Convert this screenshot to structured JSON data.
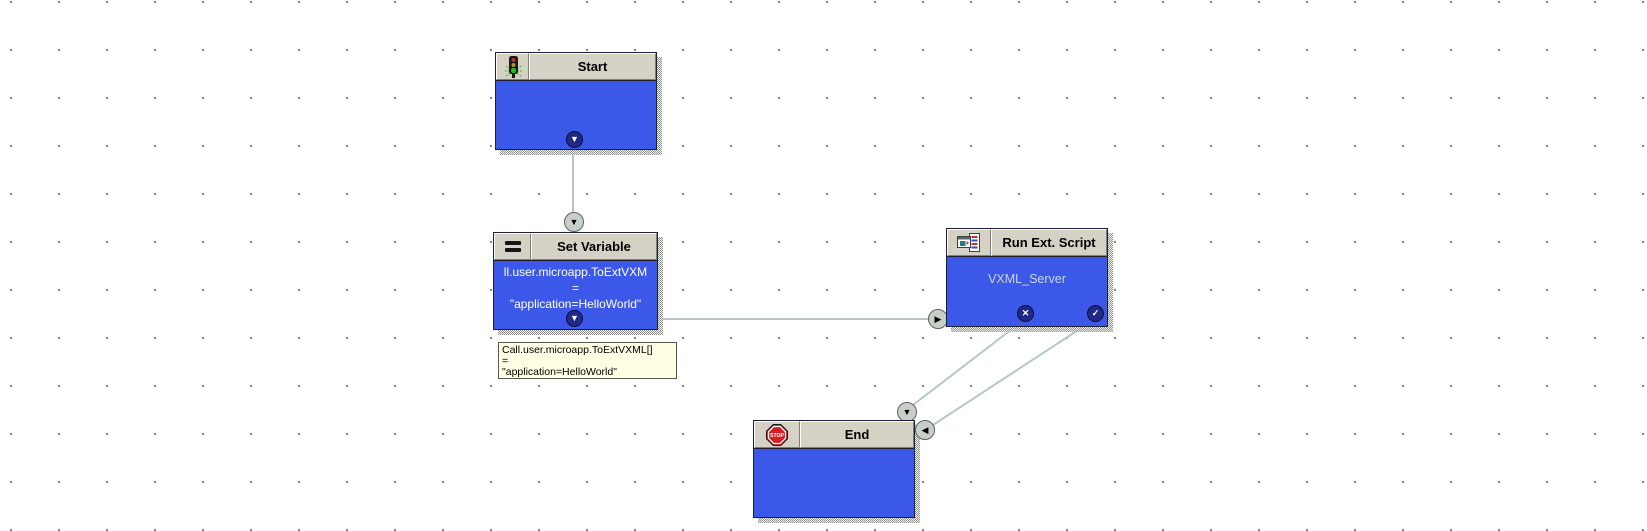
{
  "diagram": {
    "nodes": [
      {
        "id": "start",
        "title": "Start",
        "icon": "traffic-light-icon",
        "body_lines": [],
        "ports": [
          {
            "name": "exit-port",
            "glyph": "▼"
          }
        ]
      },
      {
        "id": "set-variable",
        "title": "Set Variable",
        "icon": "equals-icon",
        "body_lines": [
          "ll.user.microapp.ToExtVXM",
          "=",
          "\"application=HelloWorld\""
        ],
        "ports": [
          {
            "name": "exit-port",
            "glyph": "▼"
          }
        ]
      },
      {
        "id": "run-ext-script",
        "title": "Run Ext. Script",
        "icon": "external-script-icon",
        "body_lines": [
          "VXML_Server"
        ],
        "ports": [
          {
            "name": "failure-port",
            "glyph": "✕"
          },
          {
            "name": "success-port",
            "glyph": "✓"
          }
        ]
      },
      {
        "id": "end",
        "title": "End",
        "icon": "stop-sign-icon",
        "body_lines": [],
        "ports": []
      }
    ],
    "markers": [
      {
        "name": "input-marker-set-variable",
        "glyph": "▼"
      },
      {
        "name": "input-marker-run-ext-script",
        "glyph": "▶"
      },
      {
        "name": "input-marker-end-top",
        "glyph": "▼"
      },
      {
        "name": "input-marker-end-right",
        "glyph": "◀"
      }
    ],
    "tooltip": {
      "lines": [
        "Call.user.microapp.ToExtVXML[]",
        "=",
        "\"application=HelloWorld\""
      ]
    }
  },
  "colors": {
    "canvas_bg": "#ffffff",
    "grid_dot": "#404040",
    "node_body": "#3c58e8",
    "node_header": "#d5d1c5",
    "header_text": "#000000",
    "body_text": "#ffffff",
    "vxml_text": "#ccd4e4",
    "connector": "#b8c6c6",
    "port_bg": "#1e2a85",
    "marker_bg": "#c8cec8",
    "tooltip_bg": "#ffffe6",
    "tooltip_border": "#585850",
    "stop_red": "#d42020",
    "traffic_green": "#20c020"
  }
}
